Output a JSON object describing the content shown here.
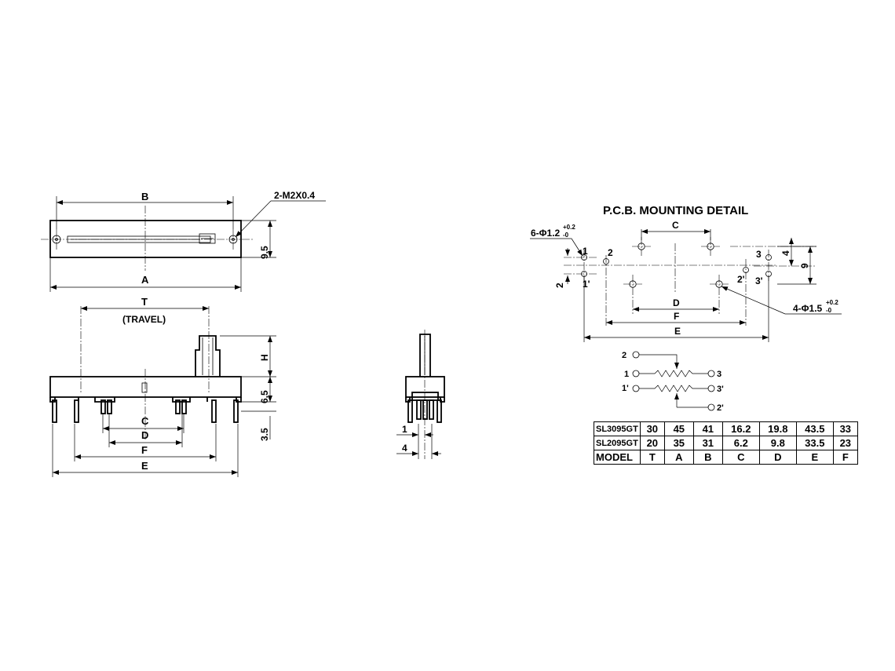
{
  "top_view": {
    "dim_b": "B",
    "dim_a": "A",
    "screw_note": "2-M2X0.4",
    "height_9_5": "9.5"
  },
  "front_view": {
    "dim_t": "T",
    "travel": "(TRAVEL)",
    "dim_h": "H",
    "dim_6_5": "6.5",
    "dim_3_5": "3.5",
    "dim_c": "C",
    "dim_d": "D",
    "dim_f": "F",
    "dim_e": "E"
  },
  "side_view": {
    "dim_1": "1",
    "dim_4": "4"
  },
  "pcb": {
    "title": "P.C.B. MOUNTING DETAIL",
    "hole_small": "6-Φ1.2",
    "hole_small_tol_plus": "+0.2",
    "hole_small_tol_minus": "-0",
    "hole_large": "4-Φ1.5",
    "hole_large_tol_plus": "+0.2",
    "hole_large_tol_minus": "-0",
    "dim_c": "C",
    "dim_d": "D",
    "dim_f": "F",
    "dim_e": "E",
    "dim_2": "2",
    "dim_4": "4",
    "dim_9": "9",
    "pin_1": "1",
    "pin_2": "2",
    "pin_3": "3",
    "pin_1p": "1'",
    "pin_2p": "2'",
    "pin_3p": "3'"
  },
  "schematic": {
    "p2": "2",
    "p1": "1",
    "p3": "3",
    "p1p": "1'",
    "p3p": "3'",
    "p2p": "2'"
  },
  "table": {
    "rows": [
      [
        "SL3095GT",
        "30",
        "45",
        "41",
        "16.2",
        "19.8",
        "43.5",
        "33"
      ],
      [
        "SL2095GT",
        "20",
        "35",
        "31",
        "6.2",
        "9.8",
        "33.5",
        "23"
      ],
      [
        "MODEL",
        "T",
        "A",
        "B",
        "C",
        "D",
        "E",
        "F"
      ]
    ]
  }
}
